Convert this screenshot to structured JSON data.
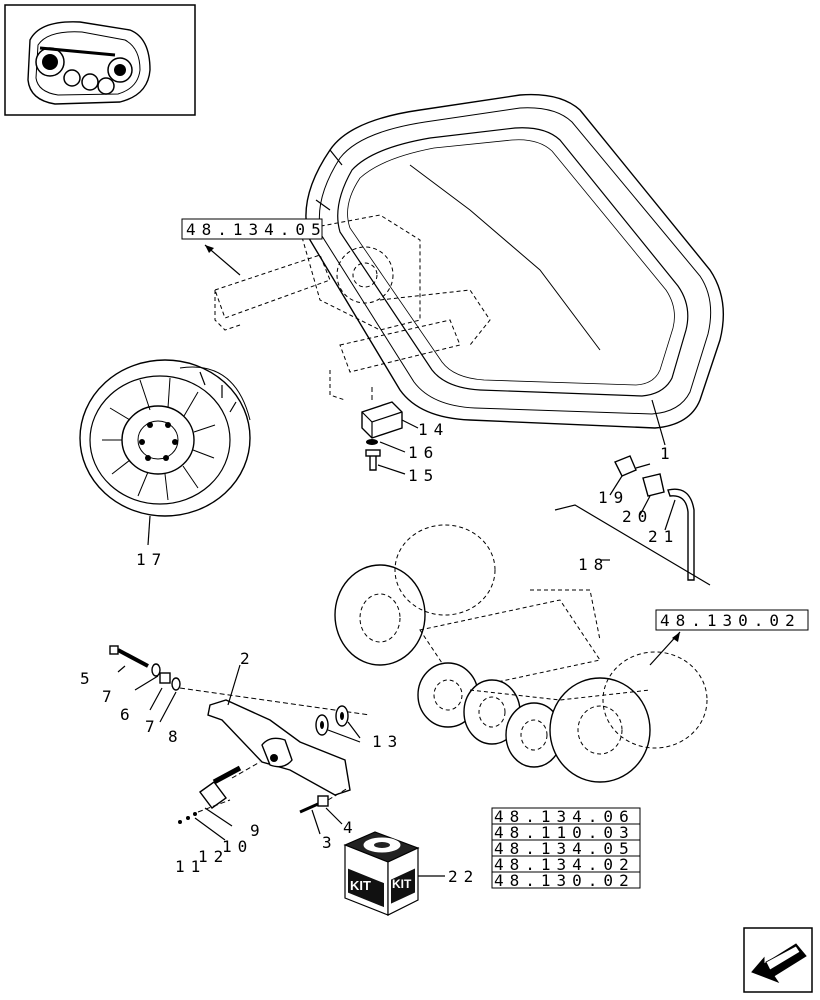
{
  "callouts": {
    "c1": "1",
    "c2": "2",
    "c3": "3",
    "c4": "4",
    "c5": "5",
    "c6": "6",
    "c7a": "7",
    "c7b": "7",
    "c8": "8",
    "c9": "9",
    "c10": "10",
    "c11": "11",
    "c12": "12",
    "c13": "13",
    "c14": "14",
    "c15": "15",
    "c16": "16",
    "c17": "17",
    "c18": "18",
    "c19": "19",
    "c20": "20",
    "c21": "21",
    "c22": "22"
  },
  "refs": {
    "top": "48.134.05",
    "right": "48.130.02",
    "list": [
      "48.134.06",
      "48.110.03",
      "48.134.05",
      "48.134.02",
      "48.130.02"
    ]
  },
  "kit": {
    "label_left": "KIT",
    "label_right": "KIT"
  },
  "icons": {
    "thumbnail": "track-assembly-thumbnail-icon",
    "nav": "arrow-left-down-icon"
  }
}
